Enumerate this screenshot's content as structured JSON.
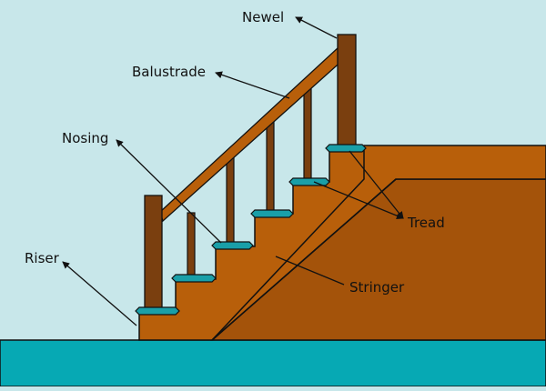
{
  "colors": {
    "sky": "#c8e7ea",
    "ground": "#06a9b4",
    "wood": "#b85f0a",
    "wood_dark": "#a4530a",
    "post": "#7a3f0f",
    "nosing": "#1a9fa8",
    "outline": "#111111"
  },
  "labels": {
    "newel": "Newel",
    "balustrade": "Balustrade",
    "nosing": "Nosing",
    "riser": "Riser",
    "tread": "Tread",
    "stringer": "Stringer"
  }
}
